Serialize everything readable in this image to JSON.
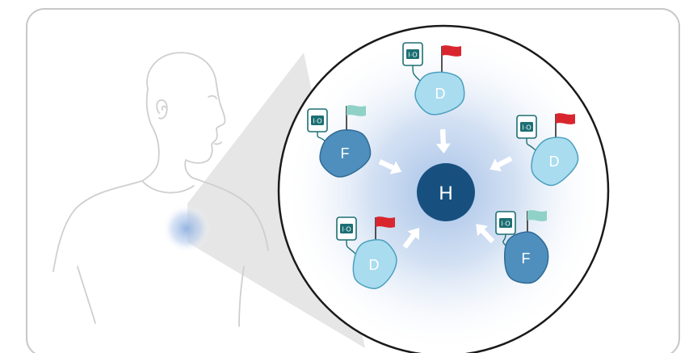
{
  "center_node": {
    "label": "H",
    "color": "#17507f"
  },
  "tags": {
    "text": "I·O"
  },
  "nodes": [
    {
      "id": "top",
      "label": "D",
      "kind": "D",
      "flag_color": "#d9262e"
    },
    {
      "id": "upper-left",
      "label": "F",
      "kind": "F",
      "flag_color": "#8fd1c6"
    },
    {
      "id": "upper-right",
      "label": "D",
      "kind": "D",
      "flag_color": "#d9262e"
    },
    {
      "id": "lower-left",
      "label": "D",
      "kind": "D",
      "flag_color": "#d9262e"
    },
    {
      "id": "lower-right",
      "label": "F",
      "kind": "F",
      "flag_color": "#8fd1c6"
    }
  ],
  "colors": {
    "frame": "#c8c8c8",
    "person_outline": "#cfcfcf",
    "zoom_cone": "#e6e6e6",
    "glow": "#b7cce9",
    "circle_border": "#1a1a1a",
    "d_cell_fill": "#a9dcef",
    "d_cell_stroke": "#4c9fbf",
    "f_cell_fill": "#4f8fbe",
    "f_cell_stroke": "#2f6a95",
    "tag_fill": "#1d6f73",
    "arrow": "#ffffff"
  }
}
